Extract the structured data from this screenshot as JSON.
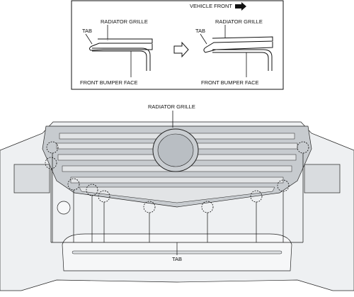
{
  "inset": {
    "vehicle_front_label": "VEHICLE FRONT",
    "before": {
      "grille_label": "RADIATOR GRILLE",
      "tab_label": "TAB",
      "bumper_label": "FRONT BUMPER FACE"
    },
    "after": {
      "grille_label": "RADIATOR GRILLE",
      "tab_label": "TAB",
      "bumper_label": "FRONT BUMPER FACE"
    }
  },
  "main": {
    "grille_label": "RADIATOR GRILLE",
    "tab_label": "TAB",
    "tab_count": 10
  },
  "colors": {
    "bumper": "#eef0f2",
    "grille": "#c7cbcf",
    "bars": "#e2e4e6",
    "line": "#111111"
  }
}
